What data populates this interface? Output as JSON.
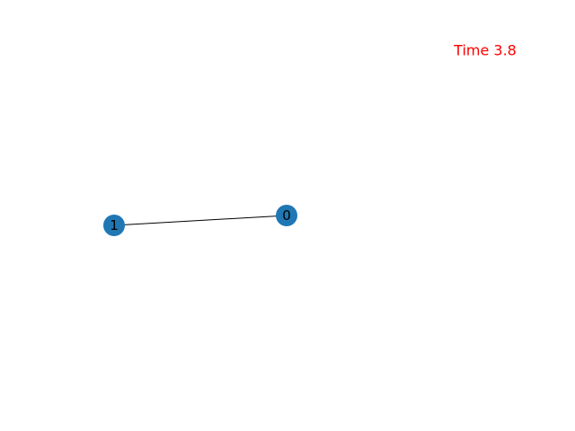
{
  "graph": {
    "nodes": [
      {
        "id": "0",
        "label": "0"
      },
      {
        "id": "1",
        "label": "1"
      }
    ],
    "edges": [
      {
        "source": "0",
        "target": "1"
      }
    ]
  },
  "annotation": {
    "time_text": "Time 3.8"
  },
  "colors": {
    "node_fill": "#1f77b4",
    "edge": "#000000",
    "label": "#000000",
    "time_text": "#ff0000",
    "background": "#ffffff"
  }
}
